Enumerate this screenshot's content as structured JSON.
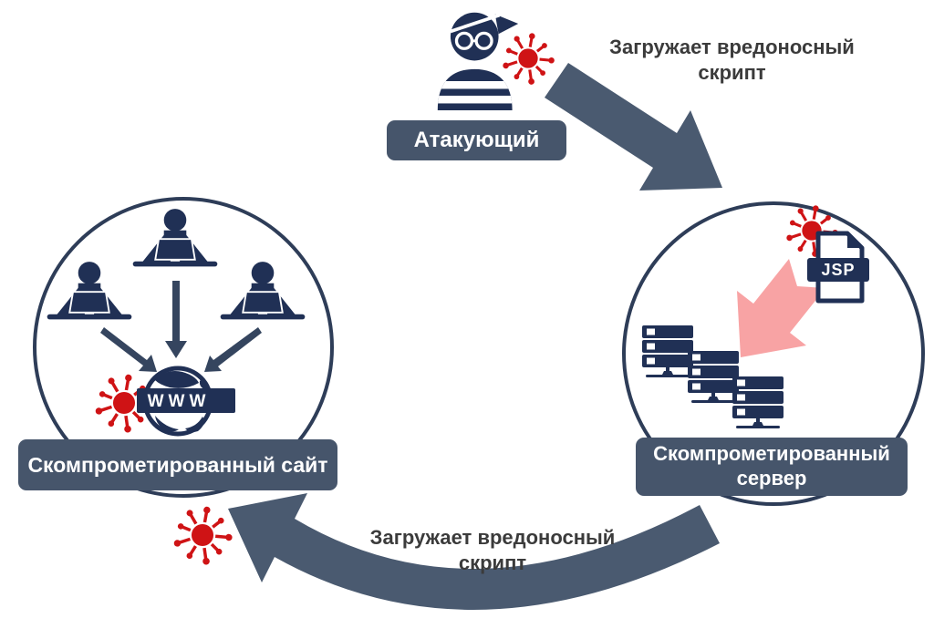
{
  "labels": {
    "attacker": "Атакующий",
    "site": "Скомпрометированный сайт",
    "server_line1": "Скомпрометированный",
    "server_line2": "сервер"
  },
  "flow_top": {
    "line1": "Загружает вредоносный",
    "line2": "скрипт"
  },
  "flow_bottom": {
    "line1": "Загружает вредоносный",
    "line2": "скрипт"
  },
  "icons": {
    "globe_text": "WWW",
    "file_text": "JSP",
    "attacker_icon": "masked-hacker-icon",
    "virus_icon": "red-virus-icon",
    "users_icon": "user-at-laptop-icon",
    "server_icon": "server-rack-icon",
    "globe_icon": "globe-www-icon",
    "file_icon": "jsp-file-icon"
  },
  "colors": {
    "icon_navy": "#203055",
    "arrow_slate": "#4a5a70",
    "label_bg": "#46556b",
    "virus_red": "#cf1315",
    "deploy_pink": "#f8a3a4",
    "text_dark": "#3b3b3b"
  }
}
